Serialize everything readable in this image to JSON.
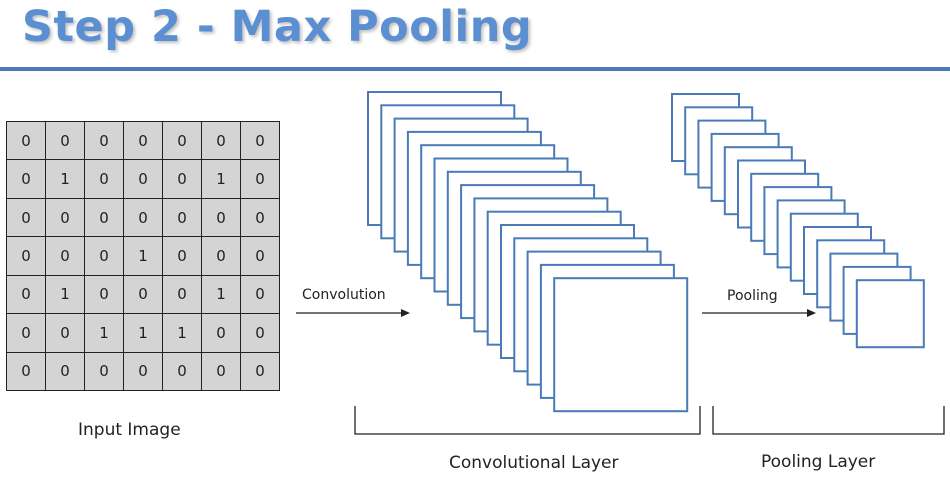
{
  "title": "Step 2 - Max Pooling",
  "colors": {
    "accent": "#4a7ab8",
    "title": "#5b8fd1",
    "grid_fill": "#d4d4d4",
    "ink": "#222222"
  },
  "input_image": {
    "label": "Input Image",
    "grid": [
      [
        "0",
        "0",
        "0",
        "0",
        "0",
        "0",
        "0"
      ],
      [
        "0",
        "1",
        "0",
        "0",
        "0",
        "1",
        "0"
      ],
      [
        "0",
        "0",
        "0",
        "0",
        "0",
        "0",
        "0"
      ],
      [
        "0",
        "0",
        "0",
        "1",
        "0",
        "0",
        "0"
      ],
      [
        "0",
        "1",
        "0",
        "0",
        "0",
        "1",
        "0"
      ],
      [
        "0",
        "0",
        "1",
        "1",
        "1",
        "0",
        "0"
      ],
      [
        "0",
        "0",
        "0",
        "0",
        "0",
        "0",
        "0"
      ]
    ]
  },
  "convolution": {
    "arrow_label": "Convolution",
    "layer_label": "Convolutional Layer",
    "map_count": 15
  },
  "pooling": {
    "arrow_label": "Pooling",
    "layer_label": "Pooling Layer",
    "map_count": 15
  }
}
